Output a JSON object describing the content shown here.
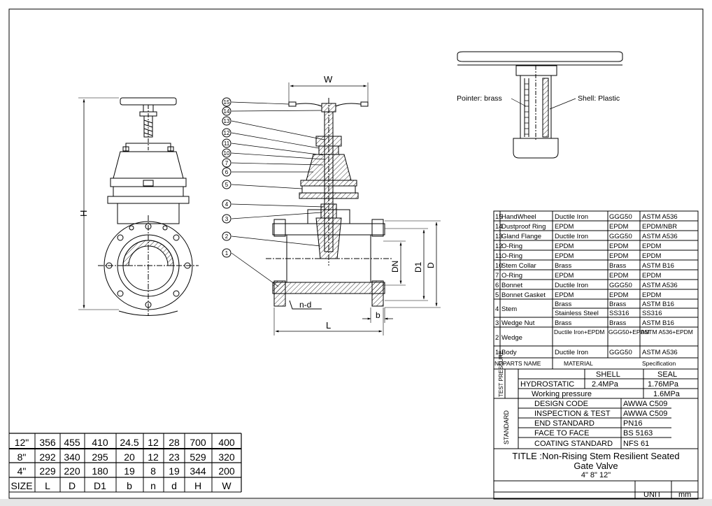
{
  "views": {
    "dim_w": "W",
    "dim_h": "H",
    "dim_l": "L",
    "dim_dn": "DN",
    "dim_d1": "D1",
    "dim_d": "D",
    "dim_b": "b",
    "dim_nd": "n-d",
    "pointer_label": "Pointer: brass",
    "shell_label": "Shell: Plastic",
    "balloons": [
      "15",
      "14",
      "13",
      "12",
      "11",
      "10",
      "7",
      "6",
      "5",
      "4",
      "3",
      "2",
      "1"
    ]
  },
  "parts": {
    "headers": {
      "no": "NO",
      "name": "PARTS NAME",
      "material": "MATERIAL",
      "spec": "Specification"
    },
    "rows": [
      {
        "no": "15",
        "name": "HandWheel",
        "mat": "Ductile Iron",
        "g": "GGG50",
        "s": "ASTM A536"
      },
      {
        "no": "14",
        "name": "Dustproof Ring",
        "mat": "EPDM",
        "g": "EPDM",
        "s": "EPDM/NBR"
      },
      {
        "no": "13",
        "name": "Gland Flange",
        "mat": "Ductile Iron",
        "g": "GGG50",
        "s": "ASTM A536"
      },
      {
        "no": "12",
        "name": "O-Ring",
        "mat": "EPDM",
        "g": "EPDM",
        "s": "EPDM"
      },
      {
        "no": "11",
        "name": "O-Ring",
        "mat": "EPDM",
        "g": "EPDM",
        "s": "EPDM"
      },
      {
        "no": "10",
        "name": "Stem Collar",
        "mat": "Brass",
        "g": "Brass",
        "s": "ASTM B16"
      },
      {
        "no": "7",
        "name": "O-Ring",
        "mat": "EPDM",
        "g": "EPDM",
        "s": "EPDM"
      },
      {
        "no": "6",
        "name": "Bonnet",
        "mat": "Ductile Iron",
        "g": "GGG50",
        "s": "ASTM A536"
      },
      {
        "no": "5",
        "name": "Bonnet Gasket",
        "mat": "EPDM",
        "g": "EPDM",
        "s": "EPDM"
      }
    ],
    "stem": {
      "no": "4",
      "name": "Stem",
      "mat1": "Brass",
      "g1": "Brass",
      "s1": "ASTM B16",
      "mat2": "Stainless Steel",
      "g2": "SS316",
      "s2": "SS316"
    },
    "wedge_nut": {
      "no": "3",
      "name": "Wedge Nut",
      "mat": "Brass",
      "g": "Brass",
      "s": "ASTM B16"
    },
    "wedge": {
      "no": "2",
      "name": "Wedge",
      "mat": "Ductile Iron+EPDM",
      "g": "GGG50+EPDM",
      "s": "ASTM A536+EPDM"
    },
    "body": {
      "no": "1",
      "name": "Body",
      "mat": "Ductile Iron",
      "g": "GGG50",
      "s": "ASTM A536"
    }
  },
  "test": {
    "group": "TEST PRESSURE",
    "shell": "SHELL",
    "seal": "SEAL",
    "hydrostatic": "HYDROSTATIC",
    "hydro_shell": "2.4MPa",
    "hydro_seal": "1.76MPa",
    "working": "Working pressure",
    "working_val": "1.6MPa"
  },
  "standard": {
    "group": "STANDARD",
    "rows": [
      {
        "k": "DESIGN CODE",
        "v": "AWWA C509"
      },
      {
        "k": "INSPECTION & TEST",
        "v": "AWWA C509"
      },
      {
        "k": "END STANDARD",
        "v": "PN16"
      },
      {
        "k": "FACE TO FACE",
        "v": "BS 5163"
      },
      {
        "k": "COATING STANDARD",
        "v": "NFS 61"
      }
    ]
  },
  "title_block": {
    "line1": "TITLE :Non-Rising Stem Resilient Seated",
    "line2": "Gate Valve",
    "line3": "4\"  8\"  12\"",
    "unit_label": "UNIT",
    "unit_value": "mm"
  },
  "sizes": {
    "rows": [
      [
        "12\"",
        "356",
        "455",
        "410",
        "24.5",
        "12",
        "28",
        "700",
        "400"
      ],
      [
        "8\"",
        "292",
        "340",
        "295",
        "20",
        "12",
        "23",
        "529",
        "320"
      ],
      [
        "4\"",
        "229",
        "220",
        "180",
        "19",
        "8",
        "19",
        "344",
        "200"
      ]
    ],
    "header": [
      "SIZE",
      "L",
      "D",
      "D1",
      "b",
      "n",
      "d",
      "H",
      "W"
    ]
  }
}
